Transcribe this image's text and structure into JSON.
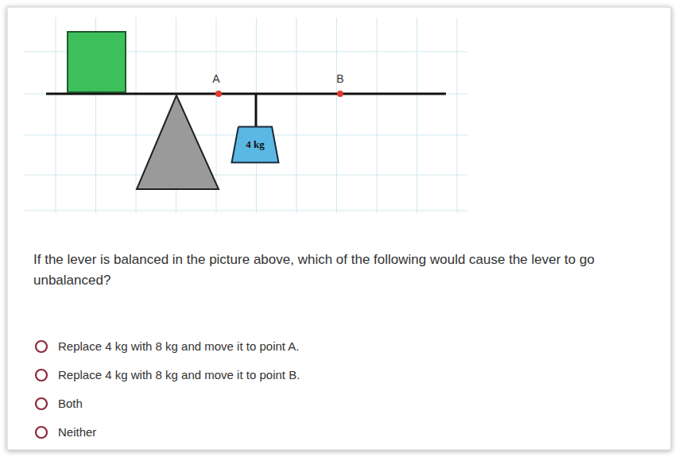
{
  "diagram": {
    "nodes": [
      {
        "text": [
          "4 kg"
        ]
      }
    ],
    "labels": [
      "A",
      "B",
      "If the lever is balanced in the picture above, which of the following would cause the lever to go unbalanced?",
      "Replace 4 kg with 8 kg and move it to point A.",
      "Replace 4 kg with 8 kg and move it to point B.",
      "Both",
      "Neither"
    ]
  }
}
